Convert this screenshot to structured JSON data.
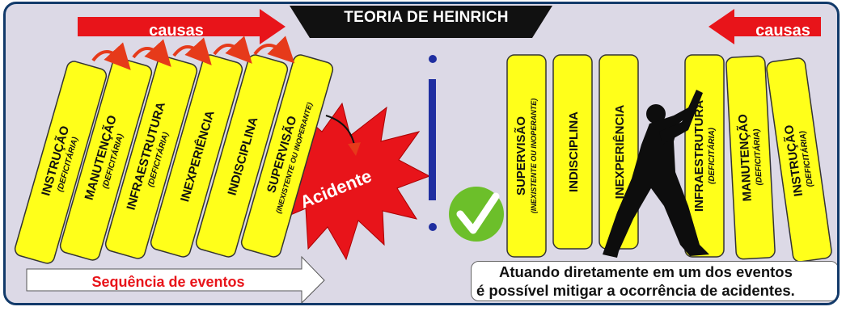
{
  "title": "TEORIA DE HEINRICH",
  "causes_label_left": "causas",
  "causes_label_right": "causas",
  "sequence_label": "Sequência de eventos",
  "accident_label": "Acidente",
  "falling_dominoes": [
    {
      "main": "INSTRUÇÃO",
      "sub": "(DEFICITÁRIA)"
    },
    {
      "main": "MANUTENÇÃO",
      "sub": "(DEFICITÁRIA)"
    },
    {
      "main": "INFRAESTRUTURA",
      "sub": "(DEFICITÁRIA)"
    },
    {
      "main": "INEXPERIÊNCIA",
      "sub": ""
    },
    {
      "main": "INDISCIPLINA",
      "sub": ""
    },
    {
      "main": "SUPERVISÃO",
      "sub": "(INEXISTENTE OU INOPERANTE)"
    }
  ],
  "stopped_dominoes": [
    {
      "main": "SUPERVISÃO",
      "sub": "(INEXISTENTE OU INOPERANTE)"
    },
    {
      "main": "INDISCIPLINA",
      "sub": ""
    },
    {
      "main": "INEXPERIÊNCIA",
      "sub": ""
    },
    {
      "main": "INFRAESTRUTURA",
      "sub": "(DEFICITÁRIA)"
    },
    {
      "main": "MANUTENÇÃO",
      "sub": "(DEFICITÁRIA)"
    },
    {
      "main": "INSTRUÇÃO",
      "sub": "(DEFICITÁRIA)"
    }
  ],
  "note_line1": "Atuando diretamente em um dos eventos",
  "note_line2": "é possível mitigar a ocorrência de acidentes.",
  "colors": {
    "domino": "#ffff1a",
    "arrow_red": "#e8141a",
    "banner": "#111111",
    "border": "#123a6a",
    "check_green": "#6cbf2a",
    "divider": "#1f2ea0"
  }
}
